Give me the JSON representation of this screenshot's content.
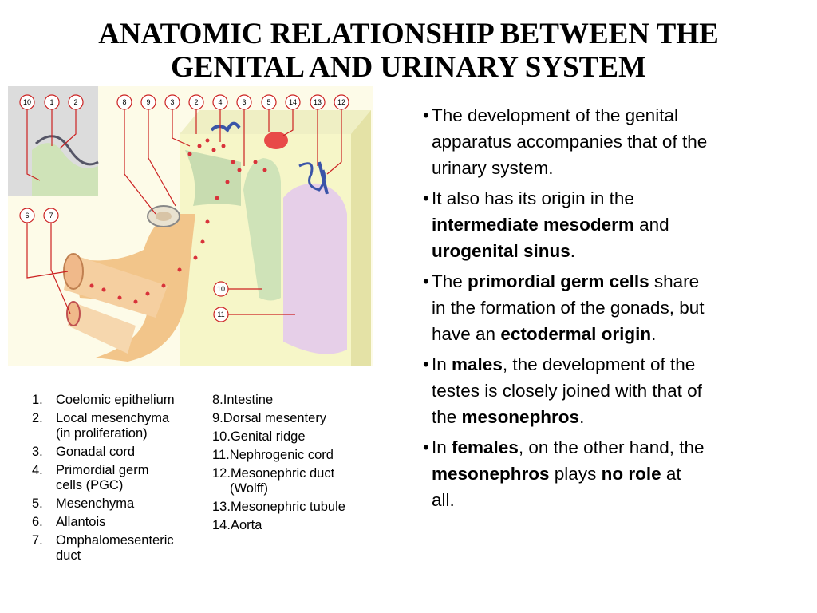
{
  "title": {
    "line1": "ANATOMIC RELATIONSHIP BETWEEN THE",
    "line2": "GENITAL AND URINARY SYSTEM"
  },
  "figure": {
    "callouts_top": [
      "10",
      "1",
      "2",
      "8",
      "9",
      "3",
      "2",
      "4",
      "3",
      "5",
      "14",
      "13",
      "12"
    ],
    "callouts_left": [
      "6",
      "7"
    ],
    "callouts_mid": [
      "10",
      "11"
    ]
  },
  "legend_left": [
    {
      "num": "1.",
      "lines": [
        "Coelomic epithelium"
      ]
    },
    {
      "num": "2.",
      "lines": [
        "Local mesenchyma",
        "(in proliferation)"
      ]
    },
    {
      "num": "3.",
      "lines": [
        "Gonadal cord"
      ]
    },
    {
      "num": "4.",
      "lines": [
        "Primordial germ",
        "cells (PGC)"
      ]
    },
    {
      "num": "5.",
      "lines": [
        "Mesenchyma"
      ]
    },
    {
      "num": "6.",
      "lines": [
        "Allantois"
      ]
    },
    {
      "num": "7.",
      "lines": [
        "Omphalomesenteric",
        "duct"
      ]
    }
  ],
  "legend_right": [
    {
      "num": "8.",
      "lines": [
        "Intestine"
      ]
    },
    {
      "num": "9.",
      "lines": [
        "Dorsal mesentery"
      ]
    },
    {
      "num": "10.",
      "lines": [
        "Genital ridge"
      ]
    },
    {
      "num": "11.",
      "lines": [
        "Nephrogenic cord"
      ]
    },
    {
      "num": "12.",
      "lines": [
        "Mesonephric duct",
        "(Wolff)"
      ]
    },
    {
      "num": "13.",
      "lines": [
        "Mesonephric tubule"
      ]
    },
    {
      "num": "14.",
      "lines": [
        "Aorta"
      ]
    }
  ],
  "bullets": {
    "b1": {
      "l1": "The development of the genital",
      "l2": "apparatus accompanies that of the",
      "l3": "urinary system."
    },
    "b2": {
      "l1": "It also has its origin in the",
      "s1": "intermediate mesoderm",
      "t1": " and",
      "s2": "urogenital sinus",
      "t2": "."
    },
    "b3": {
      "t1": "The ",
      "s1": "primordial germ cells",
      "t2": " share",
      "l2": "in the formation of the gonads, but",
      "t3": "have an ",
      "s2": "ectodermal origin",
      "t4": "."
    },
    "b4": {
      "t1": "In ",
      "s1": "males",
      "t2": ", the development of the",
      "l2": "testes is closely joined with that of",
      "t3": "the ",
      "s2": "mesonephros",
      "t4": "."
    },
    "b5": {
      "t1": "In ",
      "s1": "females",
      "t2": ", on the other hand, the",
      "s2": "mesonephros",
      "t3": " plays ",
      "s3": "no role",
      "t4": " at",
      "l3": "all."
    }
  },
  "bullet_symbol": "•"
}
